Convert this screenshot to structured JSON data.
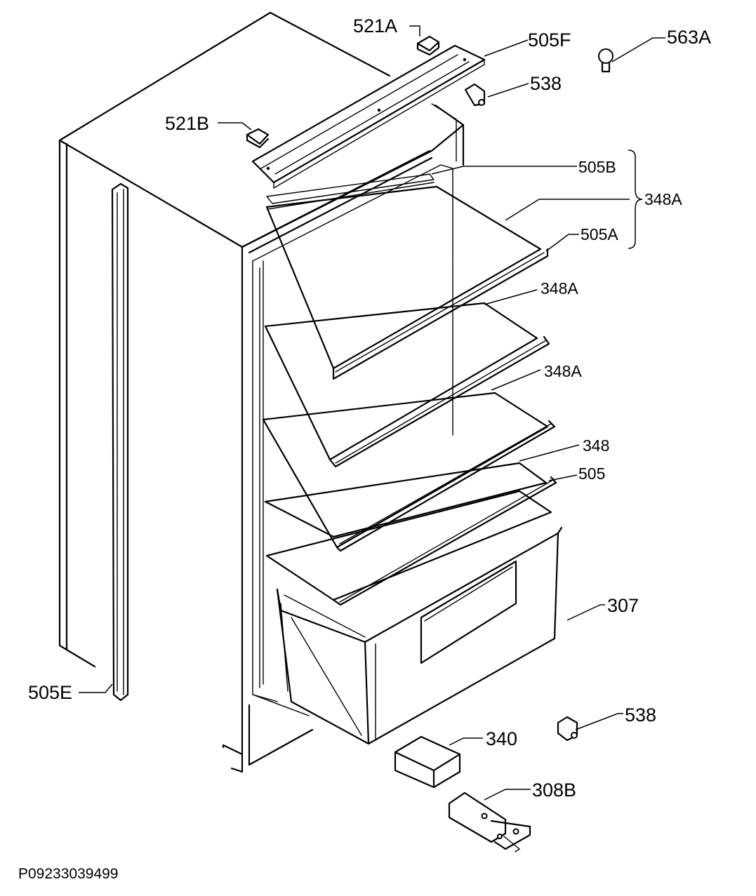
{
  "labels": {
    "l_521A": "521A",
    "l_505F": "505F",
    "l_563A": "563A",
    "l_538_top": "538",
    "l_521B": "521B",
    "l_505B": "505B",
    "l_348A_brace": "348A",
    "l_505A": "505A",
    "l_348A_1": "348A",
    "l_348A_2": "348A",
    "l_348": "348",
    "l_505": "505",
    "l_307": "307",
    "l_505E": "505E",
    "l_538_bottom": "538",
    "l_340": "340",
    "l_308B": "308B"
  },
  "document_code": "P09233039499"
}
